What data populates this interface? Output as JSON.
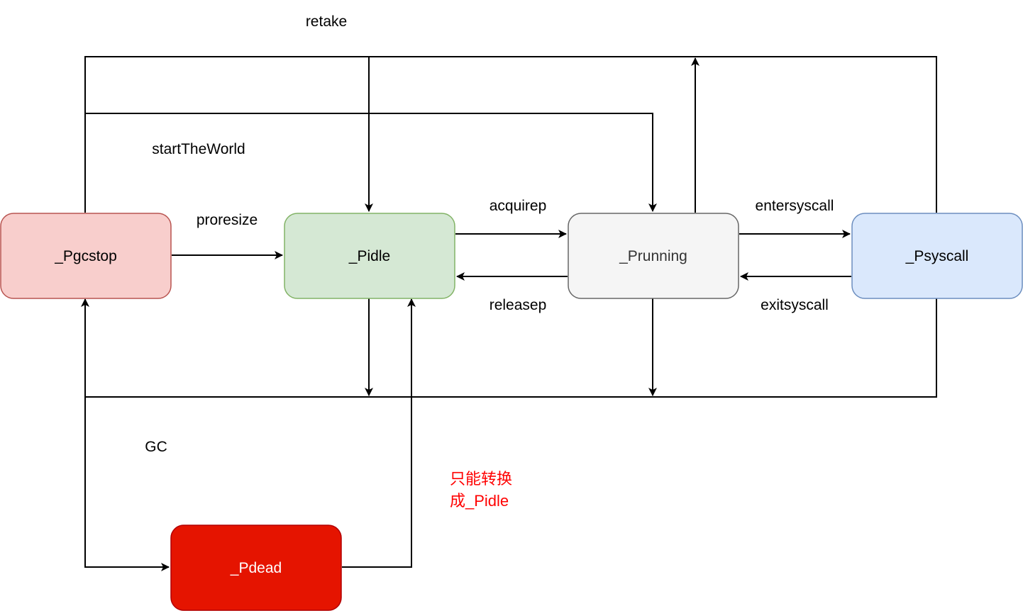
{
  "nodes": {
    "pgcstop": {
      "label": "_Pgcstop",
      "fill": "#f8cecc",
      "stroke": "#b85450",
      "text_color": "#000000"
    },
    "pidle": {
      "label": "_Pidle",
      "fill": "#d5e8d4",
      "stroke": "#82b366",
      "text_color": "#000000"
    },
    "prunning": {
      "label": "_Prunning",
      "fill": "#f5f5f5",
      "stroke": "#666666",
      "text_color": "#333333"
    },
    "psyscall": {
      "label": "_Psyscall",
      "fill": "#dae8fc",
      "stroke": "#6c8ebf",
      "text_color": "#000000"
    },
    "pdead": {
      "label": "_Pdead",
      "fill": "#e51400",
      "stroke": "#b20000",
      "text_color": "#ffffff"
    }
  },
  "edge_labels": {
    "retake": "retake",
    "start_the_world": "startTheWorld",
    "proresize": "proresize",
    "acquirep": "acquirep",
    "releasep": "releasep",
    "entersyscall": "entersyscall",
    "exitsyscall": "exitsyscall",
    "gc": "GC"
  },
  "note": {
    "line1": "只能转换",
    "line2": "成_Pidle",
    "color": "#ff0000"
  }
}
